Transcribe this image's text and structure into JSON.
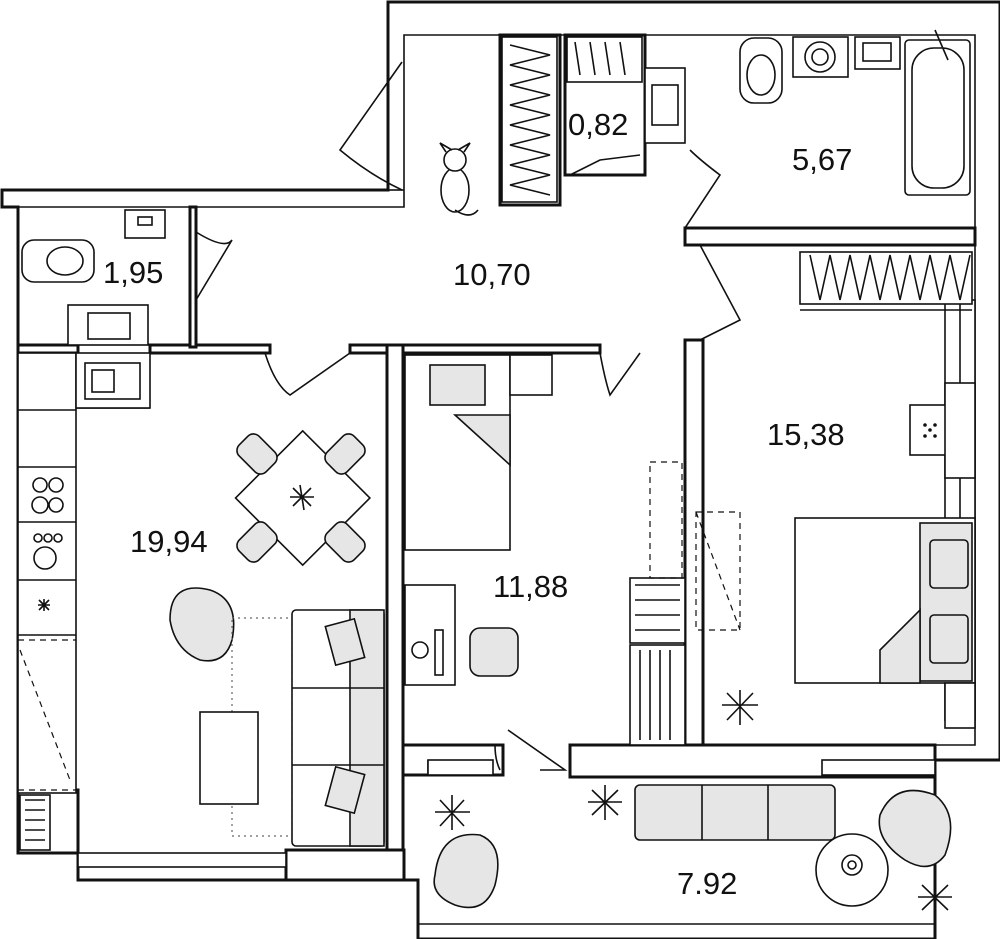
{
  "rooms": [
    {
      "id": "wc",
      "area": "1,95"
    },
    {
      "id": "hall",
      "area": "10,70"
    },
    {
      "id": "closet",
      "area": "0,82"
    },
    {
      "id": "bath",
      "area": "5,67"
    },
    {
      "id": "kitchen-living",
      "area": "19,94"
    },
    {
      "id": "bedroom-small",
      "area": "11,88"
    },
    {
      "id": "bedroom-main",
      "area": "15,38"
    },
    {
      "id": "balcony",
      "area": "7.92"
    }
  ],
  "colors": {
    "walls": "#111111",
    "furniture_fill": "#e6e6e6",
    "background": "#ffffff"
  }
}
